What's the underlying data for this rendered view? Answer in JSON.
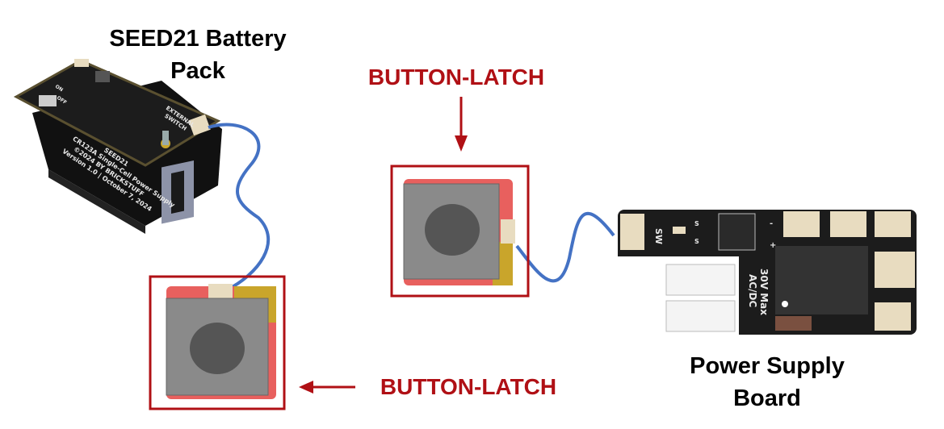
{
  "labels": {
    "battery_pack": "SEED21 Battery Pack",
    "button_latch_top": "BUTTON-LATCH",
    "button_latch_bottom": "BUTTON-LATCH",
    "power_supply_board": "Power Supply Board"
  },
  "battery_pcb": {
    "name": "SEED21",
    "description": "CR123A Single-Cell Power Supply",
    "copyright": "©2024 BY BRICKSTUFF",
    "version": "Version 1.0 | October 7, 2024",
    "external_switch_1": "EXTERNAL",
    "external_switch_2": "SWITCH",
    "on": "ON",
    "off": "OFF"
  },
  "power_pcb": {
    "sw": "SW",
    "s1": "S",
    "s2": "S",
    "minus": "-",
    "plus": "+",
    "rating": "30V Max",
    "type": "AC/DC"
  },
  "colors": {
    "accent_red": "#b01015",
    "wire_blue": "#4472c4",
    "pcb_black": "#1c1c1c"
  }
}
